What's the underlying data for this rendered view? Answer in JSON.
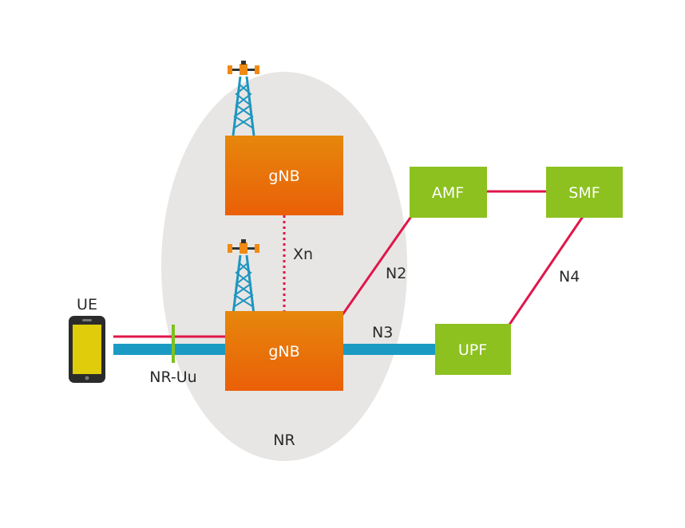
{
  "diagram": {
    "region_label": "NR",
    "ue_label": "UE",
    "nodes": {
      "gnb_top": "gNB",
      "gnb_bottom": "gNB",
      "amf": "AMF",
      "smf": "SMF",
      "upf": "UPF"
    },
    "interfaces": {
      "xn": "Xn",
      "n2": "N2",
      "n3": "N3",
      "n4": "N4",
      "nr_uu": "NR-Uu"
    }
  },
  "colors": {
    "gnb": "#e8740c",
    "core_nf": "#8cc11f",
    "control_line": "#e0164a",
    "user_plane": "#1b9bc4",
    "tower": "#1f95c0",
    "tower_top": "#f08a14",
    "region": "#e7e6e4",
    "ue_screen": "#e0cc0a",
    "ue_body": "#2b2b2b"
  }
}
